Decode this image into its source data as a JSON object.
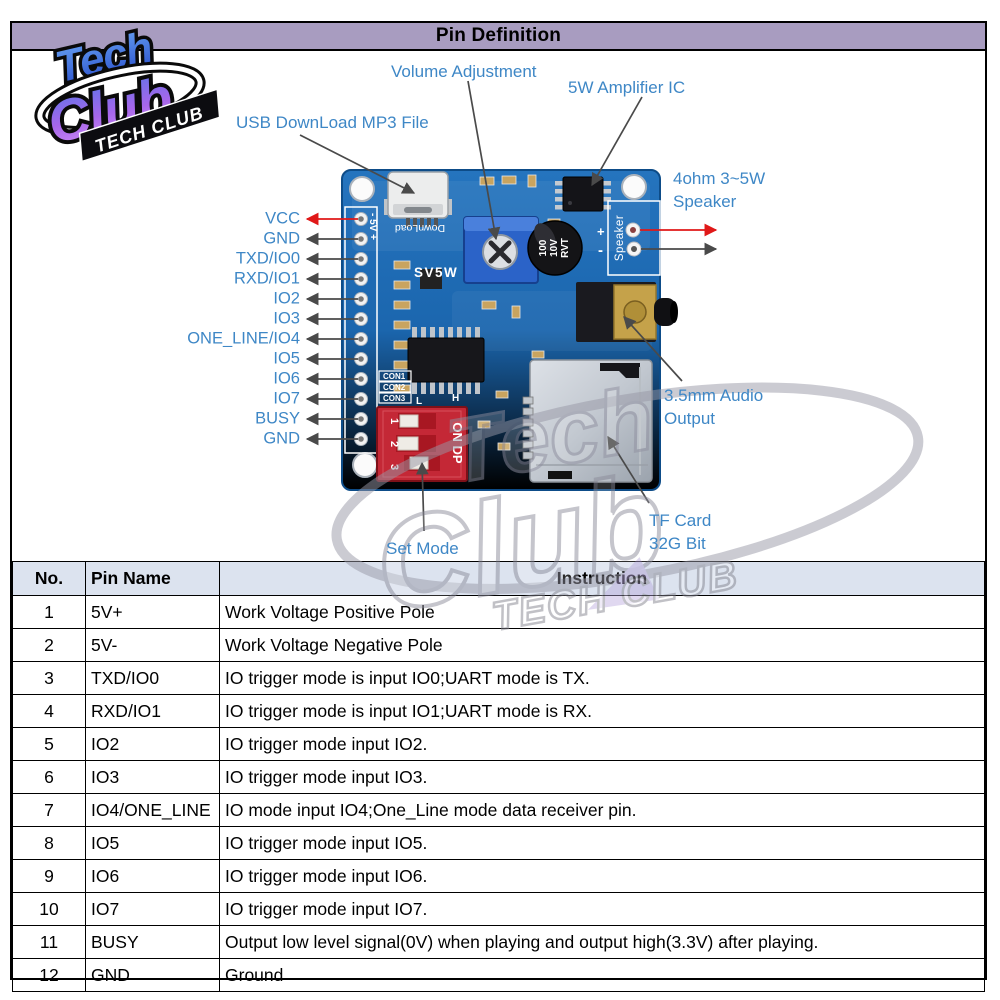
{
  "header": {
    "title": "Pin Definition"
  },
  "logo": {
    "line1": "Tech",
    "line2": "Club",
    "banner": "TECH CLUB"
  },
  "watermark": {
    "line1": "Tech",
    "line2": "Club",
    "banner": "TECH CLUB"
  },
  "diagram": {
    "annotations": {
      "usb": "USB DownLoad MP3 File",
      "volume": "Volume Adjustment",
      "amplifier": "5W Amplifier IC",
      "speaker_line1": "4ohm 3~5W",
      "speaker_line2": "Speaker",
      "audio_line1": "3.5mm Audio",
      "audio_line2": "Output",
      "tf_line1": "TF Card",
      "tf_line2": "32G Bit",
      "set_mode": "Set Mode"
    },
    "pin_labels": [
      {
        "text": "VCC",
        "arrow_color": "#e01818"
      },
      {
        "text": "GND",
        "arrow_color": "#4a4a4a"
      },
      {
        "text": "TXD/IO0",
        "arrow_color": "#4a4a4a"
      },
      {
        "text": "RXD/IO1",
        "arrow_color": "#4a4a4a"
      },
      {
        "text": "IO2",
        "arrow_color": "#4a4a4a"
      },
      {
        "text": "IO3",
        "arrow_color": "#4a4a4a"
      },
      {
        "text": "ONE_LINE/IO4",
        "arrow_color": "#4a4a4a"
      },
      {
        "text": "IO5",
        "arrow_color": "#4a4a4a"
      },
      {
        "text": "IO6",
        "arrow_color": "#4a4a4a"
      },
      {
        "text": "IO7",
        "arrow_color": "#4a4a4a"
      },
      {
        "text": "BUSY",
        "arrow_color": "#4a4a4a"
      },
      {
        "text": "GND",
        "arrow_color": "#4a4a4a"
      }
    ],
    "silkscreen": {
      "power": "- 5V +",
      "download": "DownLoad",
      "sv5w": "SV5W",
      "speaker": "Speaker",
      "plus": "+",
      "minus": "-",
      "cap_line1": "100",
      "cap_line2": "10V",
      "cap_line3": "RVT",
      "con1": "CON1",
      "con2": "CON2",
      "con3": "CON3",
      "l": "L",
      "h": "H",
      "dip1": "1",
      "dip2": "2",
      "dip3": "3",
      "dip_on_dp": "ON DP"
    },
    "colors": {
      "label_blue": "#3e87c6",
      "arrow_gray": "#4a4a4a",
      "arrow_red": "#e01818",
      "pcb_blue": "#1b66ae",
      "title_bar": "#a89cc0",
      "table_header": "#dce3ef"
    }
  },
  "table": {
    "columns": [
      "No.",
      "Pin Name",
      "Instruction"
    ],
    "rows": [
      {
        "no": "1",
        "pin": "5V+",
        "instruction": "Work Voltage Positive Pole"
      },
      {
        "no": "2",
        "pin": "5V-",
        "instruction": "Work Voltage Negative Pole"
      },
      {
        "no": "3",
        "pin": "TXD/IO0",
        "instruction": "IO trigger mode is input IO0;UART mode is TX."
      },
      {
        "no": "4",
        "pin": "RXD/IO1",
        "instruction": "IO trigger mode is input IO1;UART mode is RX."
      },
      {
        "no": "5",
        "pin": "IO2",
        "instruction": "IO trigger mode input IO2."
      },
      {
        "no": "6",
        "pin": "IO3",
        "instruction": "IO trigger mode input IO3."
      },
      {
        "no": "7",
        "pin": "IO4/ONE_LINE",
        "instruction": "IO mode input IO4;One_Line mode data receiver pin."
      },
      {
        "no": "8",
        "pin": "IO5",
        "instruction": "IO trigger mode input IO5."
      },
      {
        "no": "9",
        "pin": "IO6",
        "instruction": "IO trigger mode input IO6."
      },
      {
        "no": "10",
        "pin": "IO7",
        "instruction": "IO trigger mode input IO7."
      },
      {
        "no": "11",
        "pin": "BUSY",
        "instruction": "Output low level signal(0V) when playing and output high(3.3V) after playing."
      },
      {
        "no": "12",
        "pin": "GND",
        "instruction": "Ground"
      }
    ]
  }
}
